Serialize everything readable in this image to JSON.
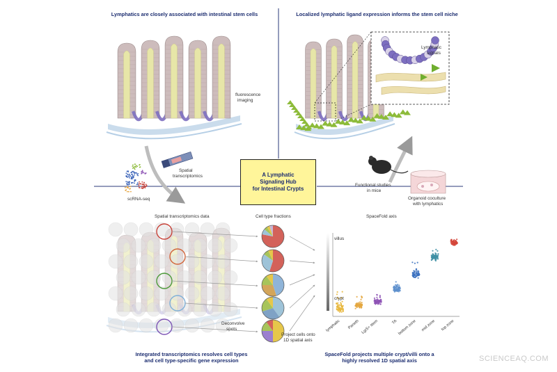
{
  "titles": {
    "top_left": "Lymphatics are closely associated with intestinal stem cells",
    "top_right": "Localized lymphatic ligand expression informs the stem cell niche",
    "bottom_left_line1": "Integrated transcriptomics resolves cell types",
    "bottom_left_line2": "and cell type-specific gene expression",
    "bottom_right_line1": "SpaceFold projects multiple crypt/villi onto a",
    "bottom_right_line2": "highly resolved 1D spatial axis"
  },
  "hub_label": "A Lymphatic\nSignaling Hub\nfor Intestinal Crypts",
  "labels": {
    "fluorescence_1": "fluorescence",
    "fluorescence_2": "imaging",
    "spatial_1": "Spatial",
    "spatial_2": "transcriptomics",
    "scrna": "scRNA-seq",
    "lymphatic_1": "Lymphatic",
    "lymphatic_2": "signals",
    "functional_1": "Functional studies",
    "functional_2": "in mice",
    "organoid_1": "Organoid coculture",
    "organoid_2": "with lymphatics",
    "spatial_data": "Spatial transcriptomics data",
    "cell_fractions": "Cell type fractions",
    "spacefold_axis": "SpaceFold axis",
    "deconvolve_1": "Deconvolve",
    "deconvolve_2": "spots",
    "project_1": "Project cells onto",
    "project_2": "1D spatial axis",
    "watermark": "SCIENCEAQ.COM"
  },
  "colors": {
    "title_blue": "#1c2d70",
    "hub_fill": "#fff59a",
    "epithelium": "#cdbcbc",
    "stem_purple": "#7d6fc0",
    "lymph_yellow": "#e7e6a8",
    "ligand_green": "#8dbb3a",
    "vessel_blue": "#9ec0dd"
  },
  "chart_data": {
    "type": "scatter",
    "ylabel_top": "villus",
    "ylabel_bottom": "crypt",
    "categories": [
      "lymphatic",
      "Paneth",
      "Lgr5+ stem",
      "TA",
      "bottom zone",
      "mid zone",
      "top zone"
    ],
    "series": [
      {
        "name": "lymphatic",
        "color": "#e8b63a",
        "center": 0.09,
        "spread": 0.09,
        "outliers": 0.25
      },
      {
        "name": "Paneth",
        "color": "#e4a73f",
        "center": 0.11,
        "spread": 0.05,
        "outliers": 0.12
      },
      {
        "name": "Lgr5+ stem",
        "color": "#8e54b5",
        "center": 0.16,
        "spread": 0.05,
        "outliers": 0.1
      },
      {
        "name": "TA",
        "color": "#5d8fcd",
        "center": 0.31,
        "spread": 0.05,
        "outliers": 0.1
      },
      {
        "name": "bottom zone",
        "color": "#3c72c0",
        "center": 0.49,
        "spread": 0.07,
        "outliers": 0.15
      },
      {
        "name": "mid zone",
        "color": "#3e8fa5",
        "center": 0.7,
        "spread": 0.06,
        "outliers": 0.1
      },
      {
        "name": "top zone",
        "color": "#d3453a",
        "center": 0.88,
        "spread": 0.04,
        "outliers": 0.05
      }
    ],
    "ylim": [
      0,
      1
    ]
  },
  "pie_data": [
    [
      {
        "v": 0.78,
        "c": "#d3625a"
      },
      {
        "v": 0.08,
        "c": "#9ec3d8"
      },
      {
        "v": 0.05,
        "c": "#a7c45a"
      },
      {
        "v": 0.04,
        "c": "#e6c74a"
      },
      {
        "v": 0.05,
        "c": "#c7b6d6"
      }
    ],
    [
      {
        "v": 0.55,
        "c": "#d3625a"
      },
      {
        "v": 0.3,
        "c": "#9ec3d8"
      },
      {
        "v": 0.08,
        "c": "#a7c45a"
      },
      {
        "v": 0.07,
        "c": "#e6c74a"
      }
    ],
    [
      {
        "v": 0.45,
        "c": "#8fb4d8"
      },
      {
        "v": 0.3,
        "c": "#d3a55a"
      },
      {
        "v": 0.15,
        "c": "#a7c45a"
      },
      {
        "v": 0.1,
        "c": "#e6c74a"
      }
    ],
    [
      {
        "v": 0.4,
        "c": "#9ec3d8"
      },
      {
        "v": 0.3,
        "c": "#7fa2c5"
      },
      {
        "v": 0.2,
        "c": "#a7c45a"
      },
      {
        "v": 0.1,
        "c": "#e6c74a"
      }
    ],
    [
      {
        "v": 0.5,
        "c": "#e6c74a"
      },
      {
        "v": 0.25,
        "c": "#9b7fcf"
      },
      {
        "v": 0.15,
        "c": "#a7c45a"
      },
      {
        "v": 0.1,
        "c": "#d3625a"
      }
    ]
  ]
}
